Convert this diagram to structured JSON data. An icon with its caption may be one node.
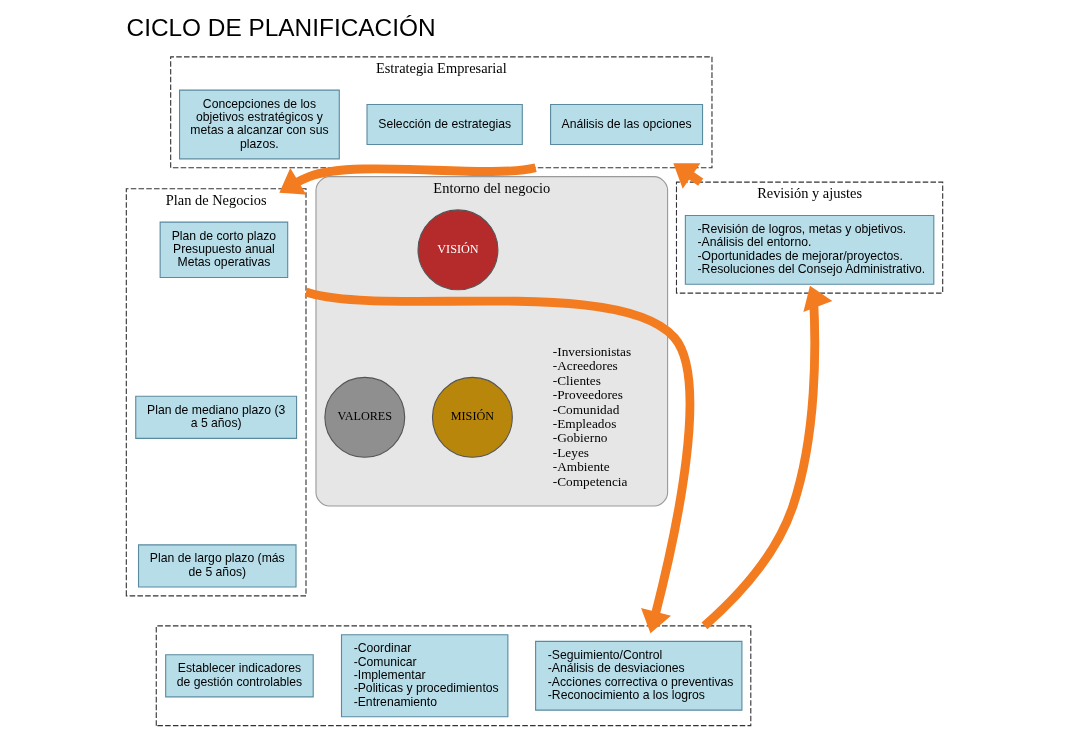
{
  "diagram": {
    "title": "CICLO DE PLANIFICACIÓN",
    "nodes": [
      {
        "text": [
          "Estrategia Empresarial"
        ]
      },
      {
        "text": [
          "Análisis de las opciones"
        ],
        "in": 0
      },
      {
        "text": [
          "Selección de estrategias"
        ],
        "in": 0
      },
      {
        "text": [
          "Concepciones de los objetivos estratégicos y metas a alcanzar con sus plazos."
        ],
        "in": 0
      },
      {
        "text": [
          "Plan de Negocios"
        ]
      },
      {
        "text": [
          "Plan de corto plazo",
          "Presupuesto anual",
          "Metas operativas"
        ],
        "in": 4
      },
      {
        "text": [
          "Plan de mediano plazo (3 a 5 años)"
        ],
        "in": 4
      },
      {
        "text": [
          "Plan de largo plazo (más de 5 años)"
        ],
        "in": 4
      },
      {
        "text": [],
        "shape": "box"
      },
      {
        "text": [
          "-Seguimiento/Control",
          "-Análisis de desviaciones",
          "-Acciones correctiva o preventivas",
          "-Reconocimiento a los logros"
        ],
        "in": 8
      },
      {
        "text": [
          "-Coordinar",
          "-Comunicar",
          "-Implementar",
          "-Politicas y procedimientos",
          "-Entrenamiento"
        ],
        "in": 8
      },
      {
        "text": [
          "Establecer indicadores de gestión controlables"
        ],
        "in": 8
      },
      {
        "text": [
          "Revisión y ajustes"
        ]
      },
      {
        "text": [
          "-Revisión de logros, metas y objetivos.",
          "-Análisis del entorno.",
          "-Oportunidades de mejorar/proyectos.",
          "-Resoluciones del Consejo Administrativo."
        ],
        "in": 12
      },
      {
        "text": [
          "Entorno del negocio"
        ]
      },
      {
        "text": [
          "VISIÓN"
        ],
        "in": 14
      },
      {
        "text": [
          "MISIÓN"
        ],
        "in": 14
      },
      {
        "text": [
          "VALORES"
        ],
        "in": 14
      }
    ],
    "edges": [
      {
        "from": 12,
        "to": 0,
        "arrow": "to"
      },
      {
        "from": 0,
        "to": 4,
        "arrow": "to"
      },
      {
        "from": 4,
        "to": 8,
        "arrow": "to"
      },
      {
        "from": 8,
        "to": 12,
        "arrow": "to"
      }
    ],
    "labels": [
      "-Inversionistas",
      "-Acreedores",
      "-Clientes",
      "-Proveedores",
      "-Comunidad",
      "-Empleados",
      "-Gobierno",
      "-Leyes",
      "-Ambiente",
      "-Competencia"
    ]
  }
}
